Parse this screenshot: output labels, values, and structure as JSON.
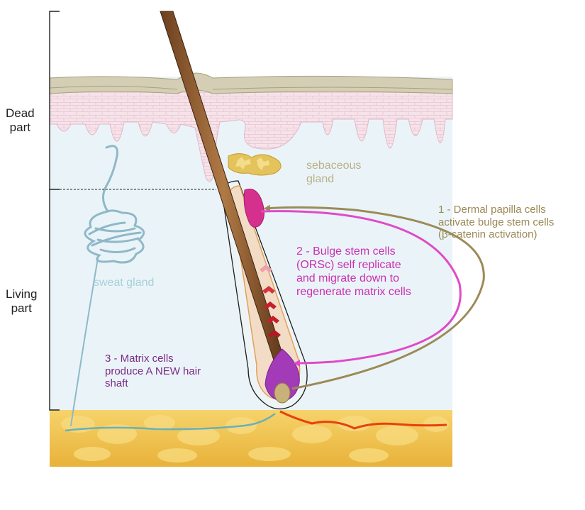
{
  "bracket_labels": {
    "dead": "Dead\npart",
    "living": "Living\npart"
  },
  "structures": {
    "sebaceous_gland": "sebaceous\ngland",
    "sweat_gland": "sweat gland"
  },
  "steps": {
    "step1": "1 - Dermal papilla cells\nactivate bulge stem cells\n(β-catenin activation)",
    "step2": "2 - Bulge stem cells\n(ORSc) self replicate\nand migrate down to\nregenerate matrix cells",
    "step3": "3 - Matrix cells\nproduce A NEW hair\nshaft"
  },
  "colors": {
    "step1_arrow": "#9c8a58",
    "step2_arrow": "#e04ac8",
    "sweat_gland": "#8fb8c8",
    "sebaceous": "#e3c35a",
    "bulge": "#d6308e",
    "matrix": "#a33bb8",
    "blood_vessel": "#e8400f",
    "fat": "#f1c34d"
  }
}
